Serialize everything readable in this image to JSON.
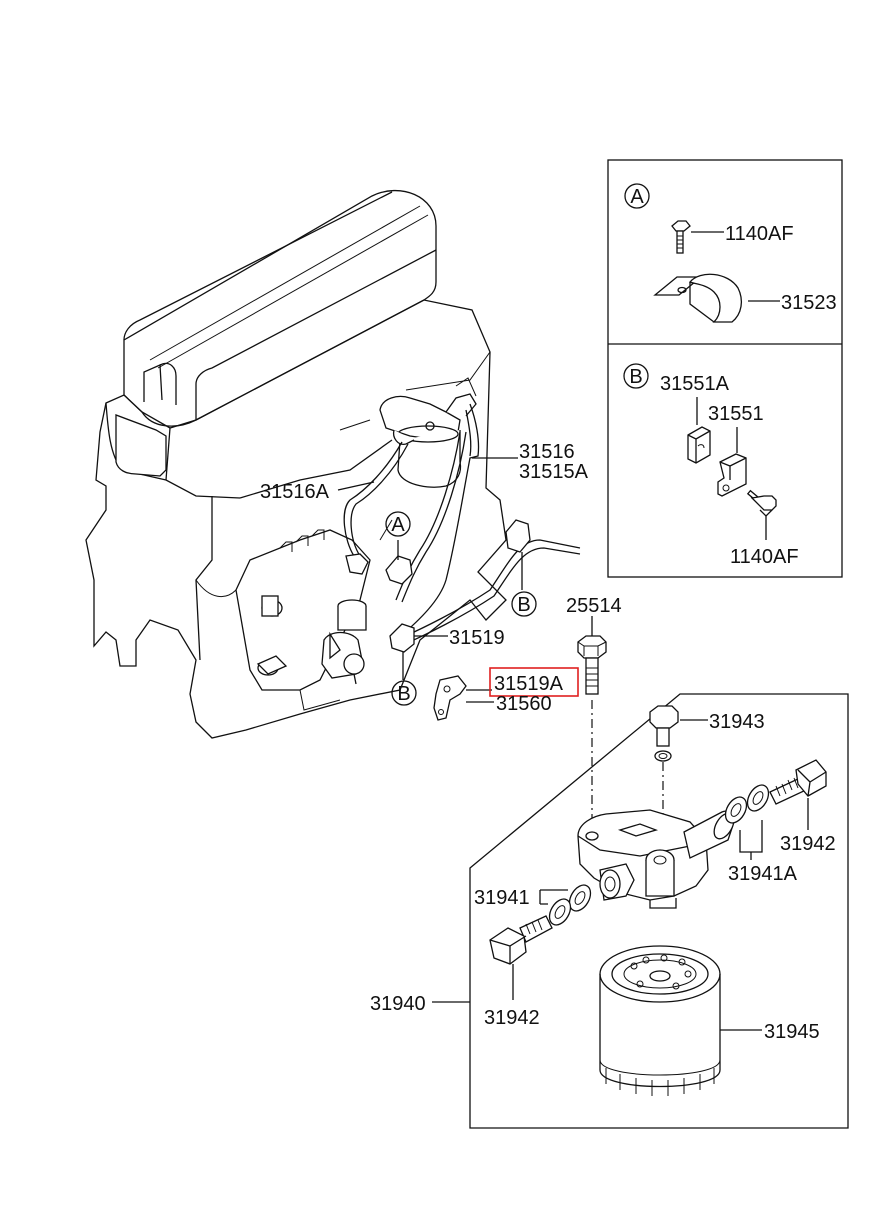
{
  "labels": {
    "p1140af_a": "1140AF",
    "p31523": "31523",
    "p31551a": "31551A",
    "p31551": "31551",
    "p1140af_b": "1140AF",
    "p31516": "31516",
    "p31515a": "31515A",
    "p31516a": "31516A",
    "p31519": "31519",
    "p25514": "25514",
    "p31519a": "31519A",
    "p31560": "31560",
    "p31943": "31943",
    "p31942_top": "31942",
    "p31941a": "31941A",
    "p31941": "31941",
    "p31940": "31940",
    "p31942_bottom": "31942",
    "p31945": "31945"
  },
  "callouts": {
    "detail_a": "A",
    "detail_b": "B",
    "engine_a": "A",
    "engine_b1": "B",
    "engine_b2": "B"
  },
  "highlight_color": "#e02020"
}
